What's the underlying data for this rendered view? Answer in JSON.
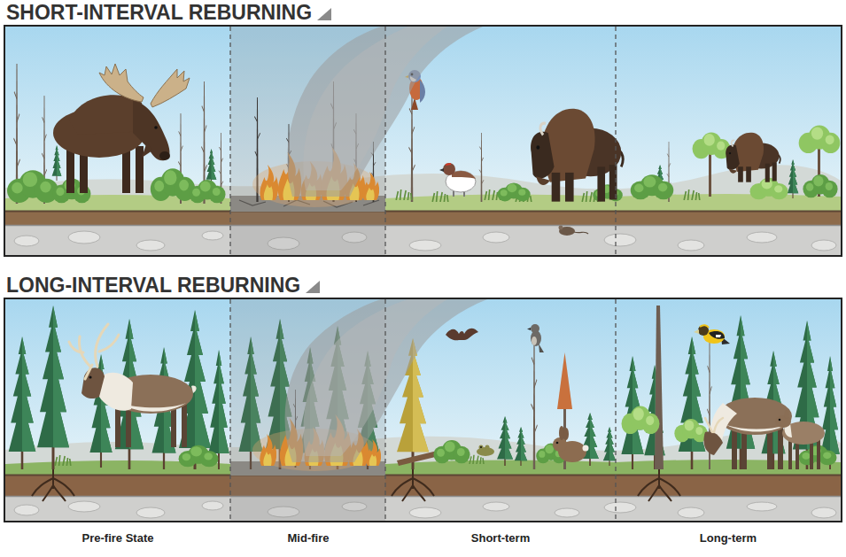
{
  "diagram": {
    "nodes": [
      {
        "text": [
          "SHORT-INTERVAL REBURNING"
        ]
      },
      {
        "text": [
          "LONG-INTERVAL REBURNING"
        ]
      }
    ],
    "labels": [
      "Pre-fire State",
      "Mid-fire",
      "Short-term",
      "Long-term"
    ]
  }
}
